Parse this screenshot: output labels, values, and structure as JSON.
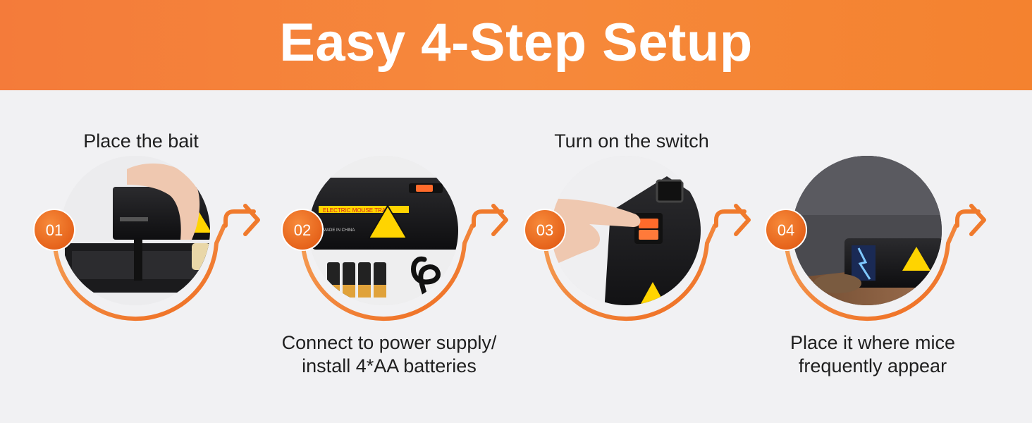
{
  "header": {
    "title": "Easy 4-Step Setup"
  },
  "steps": [
    {
      "number": "01",
      "label": "Place the bait",
      "label_position": "top"
    },
    {
      "number": "02",
      "label_line1": "Connect to power supply/",
      "label_line2": "install 4*AA batteries",
      "label_position": "bottom"
    },
    {
      "number": "03",
      "label": "Turn on the switch",
      "label_position": "top"
    },
    {
      "number": "04",
      "label_line1": "Place it where mice",
      "label_line2": "frequently appear",
      "label_position": "bottom"
    }
  ],
  "product_labels": {
    "trap_name": "ELECTRIC MOUSE TRAP",
    "made_in": "MADE IN CHINA"
  },
  "colors": {
    "banner": "#f4822f",
    "accent": "#f07a2c",
    "badge": "#ef6e24",
    "background": "#f1f1f3",
    "text": "#1f1f1f"
  },
  "icons": [
    "arrow-right-icon",
    "step-badge",
    "curved-arc"
  ]
}
